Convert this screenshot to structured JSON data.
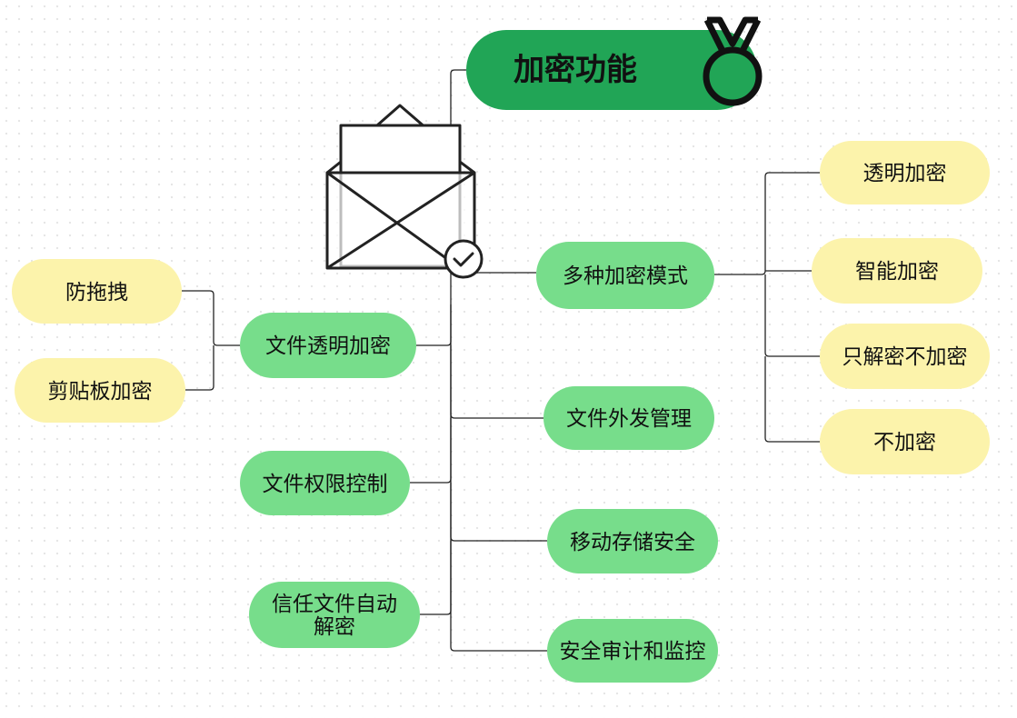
{
  "colors": {
    "root_fill": "#21a556",
    "branch_fill": "#77dd8b",
    "leaf_fill": "#fcf3ab",
    "line": "#222222"
  },
  "root": {
    "label": "加密功能",
    "icon": "medal-icon"
  },
  "center_icon": "envelope-check-icon",
  "right_branches": [
    {
      "label": "多种加密模式"
    },
    {
      "label": "文件外发管理"
    },
    {
      "label": "移动存储安全"
    },
    {
      "label": "安全审计和监控"
    }
  ],
  "left_branches": [
    {
      "label": "文件透明加密"
    },
    {
      "label": "文件权限控制"
    },
    {
      "label": "信任文件自动解密"
    }
  ],
  "encryption_modes": [
    {
      "label": "透明加密"
    },
    {
      "label": "智能加密"
    },
    {
      "label": "只解密不加密"
    },
    {
      "label": "不加密"
    }
  ],
  "transparent_encryption_features": [
    {
      "label": "防拖拽"
    },
    {
      "label": "剪贴板加密"
    }
  ]
}
